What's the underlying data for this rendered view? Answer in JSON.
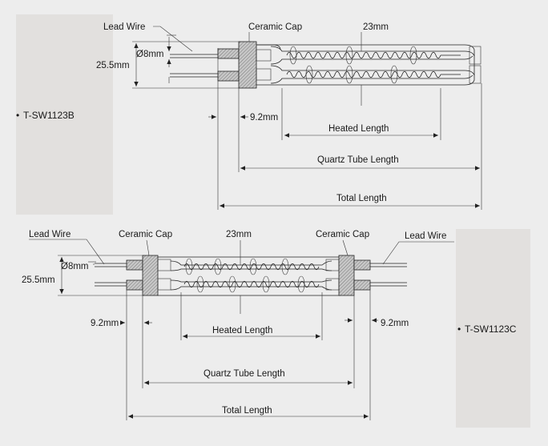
{
  "top": {
    "model": "T-SW1123B",
    "lead_wire": "Lead Wire",
    "ceramic_cap": "Ceramic Cap",
    "tube_diameter": "23mm",
    "wire_diameter": "Ø8mm",
    "height": "25.5mm",
    "cap_width": "9.2mm",
    "heated_length": "Heated Length",
    "quartz_tube_length": "Quartz Tube Length",
    "total_length": "Total Length"
  },
  "bottom": {
    "model": "T-SW1123C",
    "lead_wire_left": "Lead  Wire",
    "lead_wire_right": "Lead  Wire",
    "ceramic_cap_left": "Ceramic Cap",
    "ceramic_cap_right": "Ceramic Cap",
    "tube_diameter": "23mm",
    "wire_diameter": "Ø8mm",
    "height": "25.5mm",
    "cap_width_left": "9.2mm",
    "cap_width_right": "9.2mm",
    "heated_length": "Heated Length",
    "quartz_tube_length": "Quartz Tube Length",
    "total_length": "Total Length"
  },
  "colors": {
    "background": "#ededed",
    "panel": "#e2e0de",
    "line": "#222222"
  }
}
